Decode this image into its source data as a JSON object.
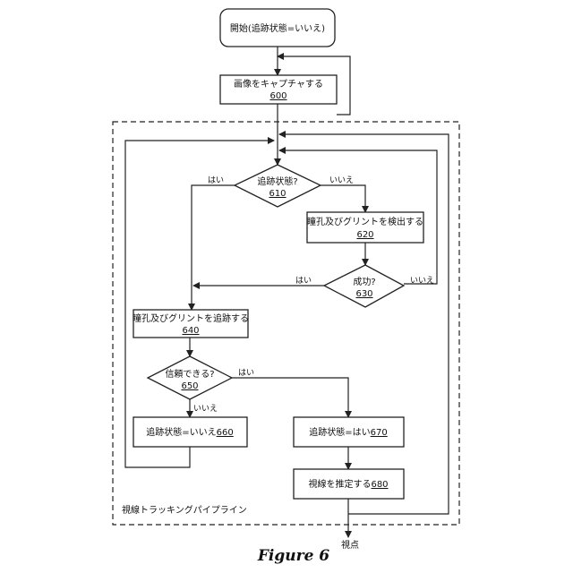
{
  "figure_caption": "Figure 6",
  "pipeline_label": "視線トラッキングパイプライン",
  "nodes": {
    "start": {
      "label": "開始(追跡状態=いいえ)"
    },
    "capture": {
      "label": "画像をキャプチャする",
      "ref": "600"
    },
    "decision_tracking": {
      "label": "追跡状態?",
      "ref": "610"
    },
    "detect": {
      "label": "瞳孔及びグリントを検出する",
      "ref": "620"
    },
    "decision_success": {
      "label": "成功?",
      "ref": "630"
    },
    "track": {
      "label": "瞳孔及びグリントを追跡する",
      "ref": "640"
    },
    "decision_reliable": {
      "label": "信頼できる?",
      "ref": "650"
    },
    "state_no": {
      "label": "追跡状態=いいえ",
      "ref": "660"
    },
    "state_yes": {
      "label": "追跡状態=はい",
      "ref": "670"
    },
    "estimate": {
      "label": "視線を推定する",
      "ref": "680"
    }
  },
  "edge_labels": {
    "d610_yes": "はい",
    "d610_no": "いいえ",
    "d630_yes": "はい",
    "d630_no": "いいえ",
    "d650_yes": "はい",
    "d650_no": "いいえ"
  },
  "output_label": "視点"
}
